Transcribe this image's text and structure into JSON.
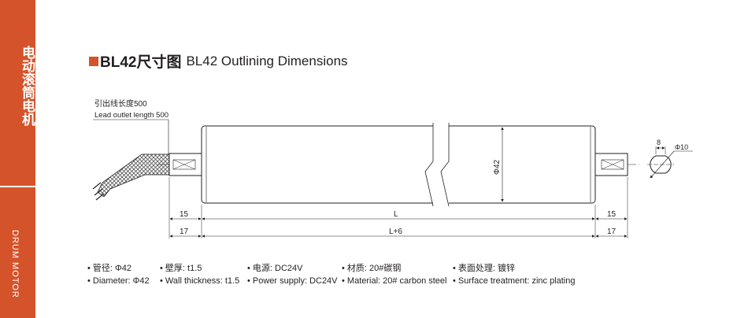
{
  "sidebar": {
    "title_cn": "电动滚筒电机",
    "title_en": "DRUM MOTOR"
  },
  "header": {
    "title_cn": "BL42尺寸图",
    "title_en": "BL42 Outlining Dimensions"
  },
  "drawing": {
    "lead_cn": "引出线长度500",
    "lead_en": "Lead outlet length 500",
    "dim_left_inner": "15",
    "dim_left_outer": "17",
    "dim_L": "L",
    "dim_L6": "L+6",
    "dim_right_inner": "15",
    "dim_right_outer": "17",
    "dim_dia": "Φ42",
    "dim_flat": "8",
    "dim_shaft": "Φ10"
  },
  "specs": [
    {
      "cn": "• 管径: Φ42",
      "en": "• Diameter: Φ42"
    },
    {
      "cn": "• 壁厚: t1.5",
      "en": "• Wall thickness: t1.5"
    },
    {
      "cn": "• 电源: DC24V",
      "en": "• Power supply: DC24V"
    },
    {
      "cn": "• 材质: 20#碳钢",
      "en": "• Material: 20# carbon steel"
    },
    {
      "cn": "• 表面处理: 镀锌",
      "en": "• Surface treatment: zinc plating"
    }
  ]
}
